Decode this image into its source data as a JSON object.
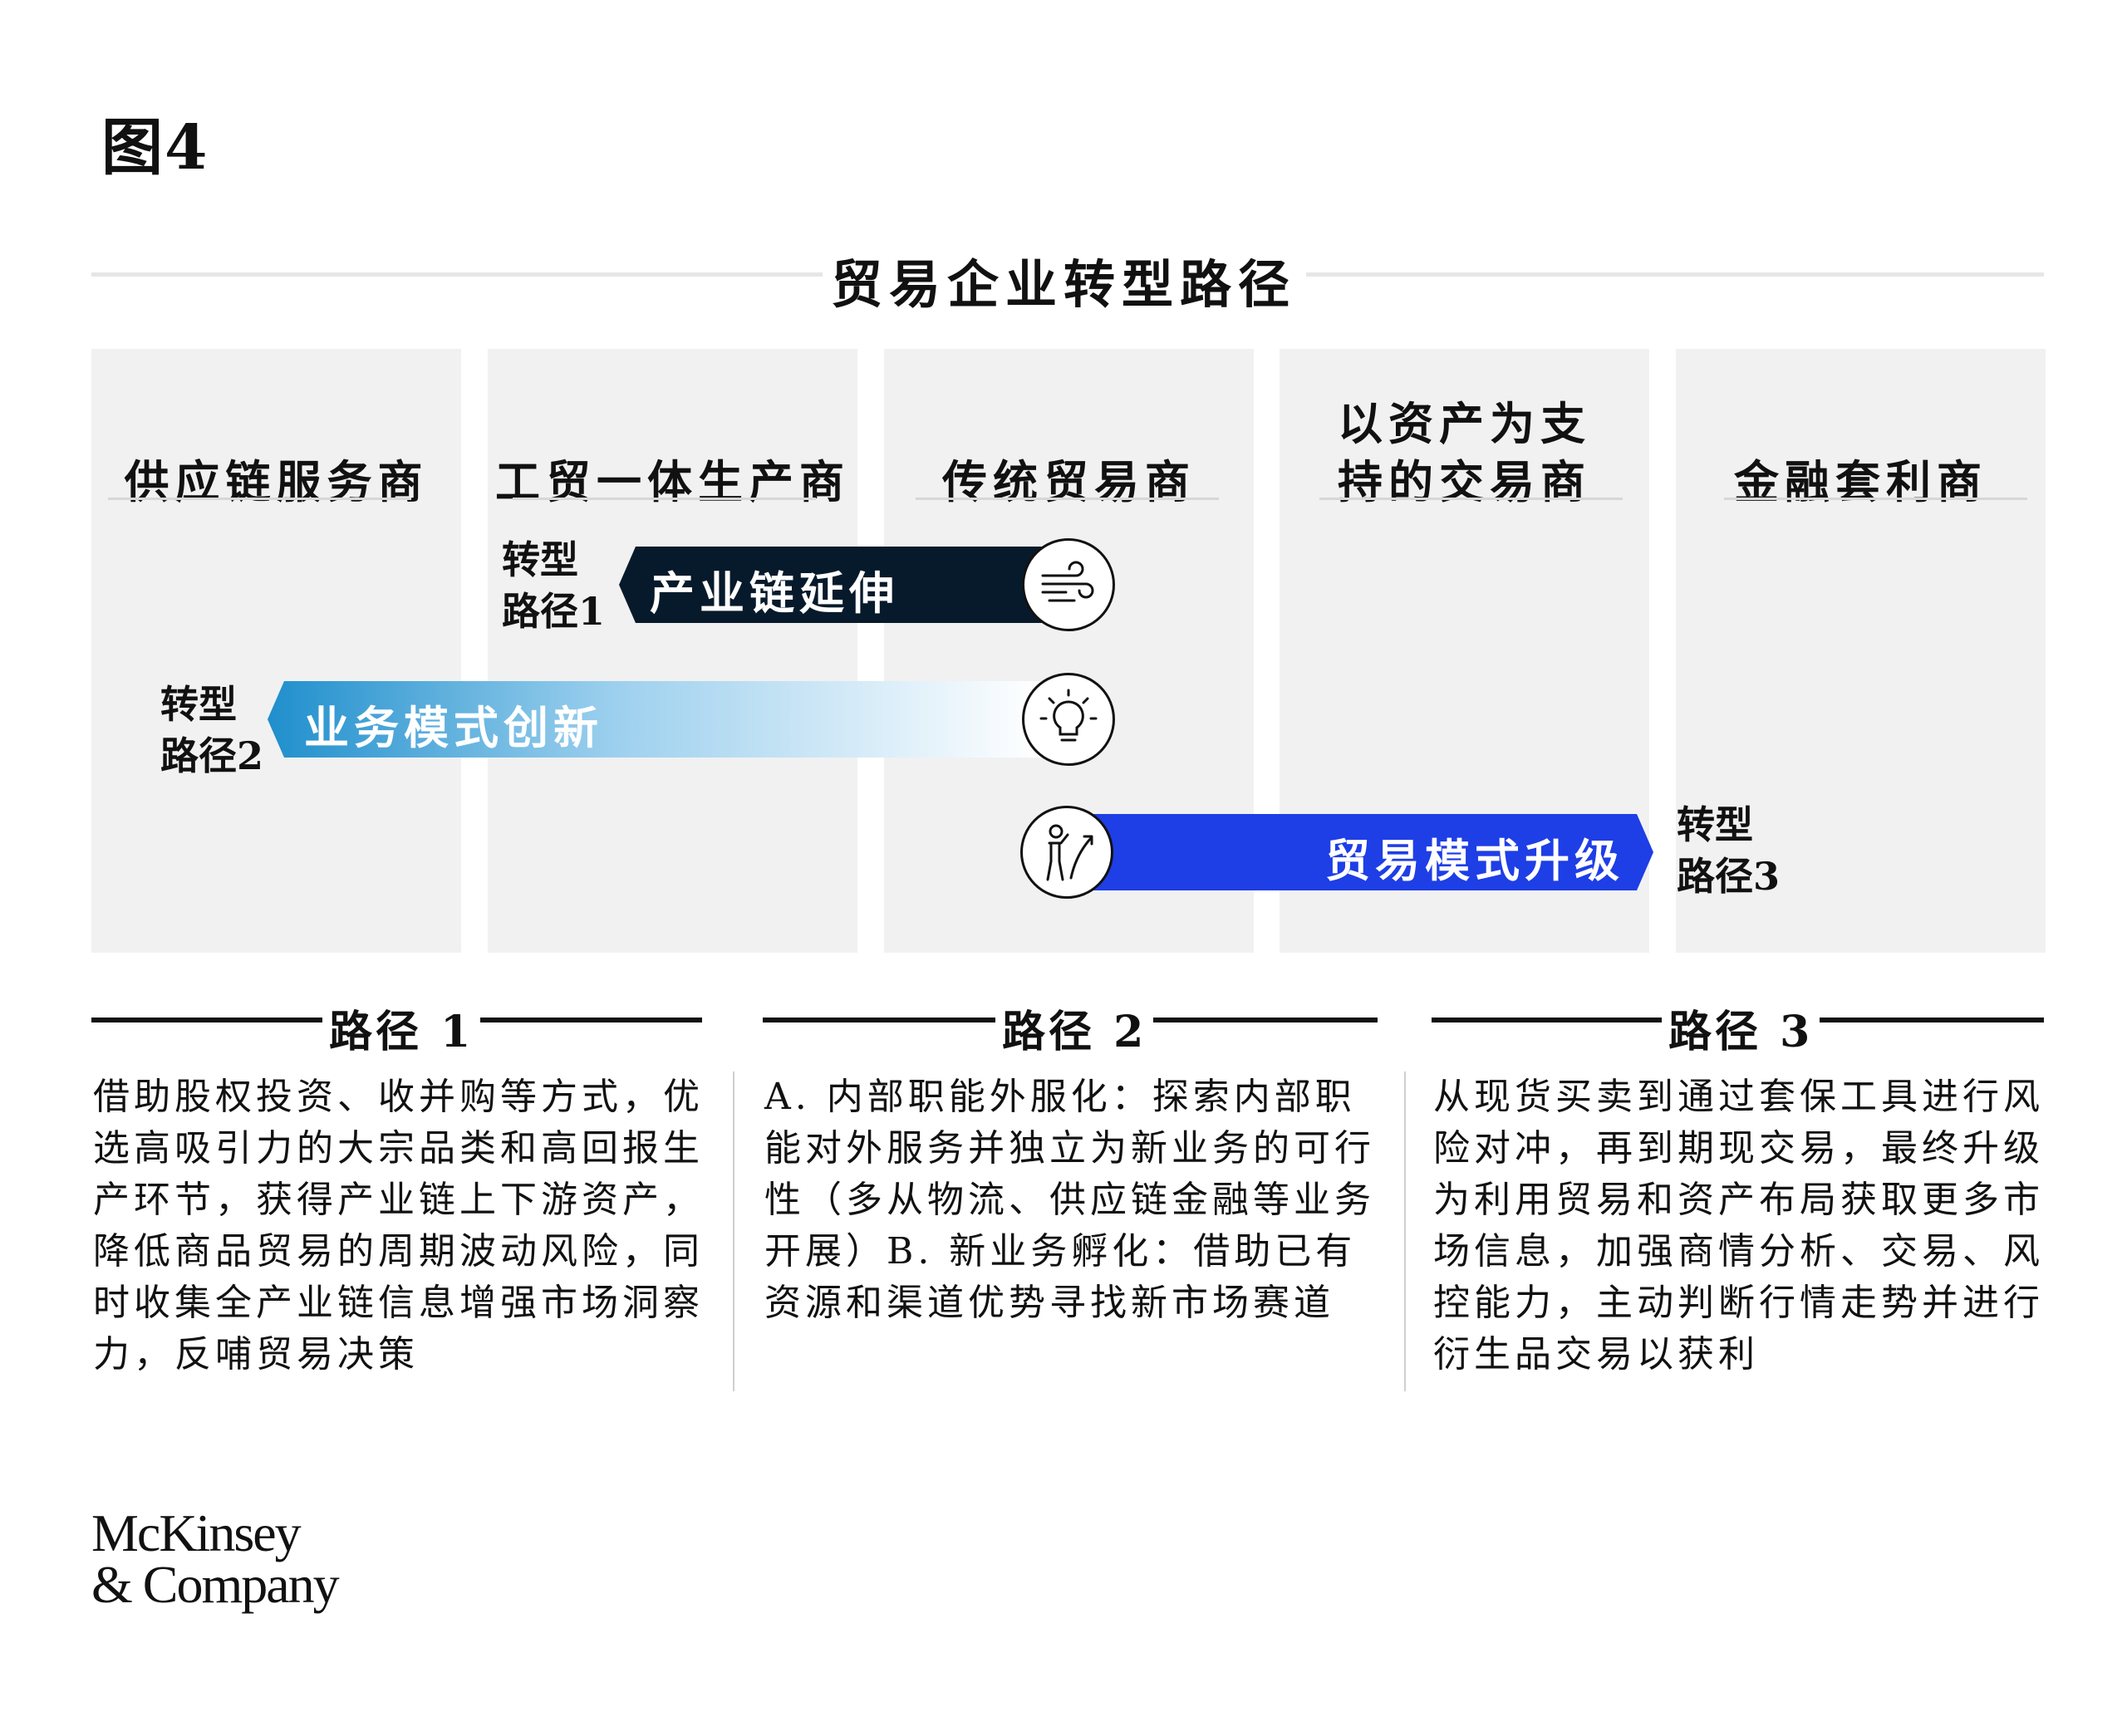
{
  "figure_label": "图4",
  "title": "贸易企业转型路径",
  "columns": [
    {
      "label": "供应链服务商"
    },
    {
      "label": "工贸一体生产商"
    },
    {
      "label": "传统贸易商"
    },
    {
      "label": "以资产为支\n持的交易商"
    },
    {
      "label": "金融套利商"
    }
  ],
  "paths": [
    {
      "tag": "转型\n路径1",
      "label": "产业链延伸",
      "color": "#071a2b",
      "icon": "wind-icon"
    },
    {
      "tag": "转型\n路径2",
      "label": "业务模式创新",
      "color_start": "#1f8fcc",
      "color_end": "#ffffff",
      "icon": "lightbulb-icon"
    },
    {
      "tag": "转型\n路径3",
      "label": "贸易模式升级",
      "color": "#1e3ee6",
      "icon": "growth-person-icon"
    }
  ],
  "sections": [
    {
      "title": "路径 1",
      "text": "借助股权投资、收并购等方式，优选高吸引力的大宗品类和高回报生产环节，获得产业链上下游资产，降低商品贸易的周期波动风险，同时收集全产业链信息增强市场洞察力，反哺贸易决策"
    },
    {
      "title": "路径 2",
      "text": "A. 内部职能外服化：探索内部职能对外服务并独立为新业务的可行性（多从物流、供应链金融等业务开展）B. 新业务孵化：借助已有资源和渠道优势寻找新市场赛道"
    },
    {
      "title": "路径 3",
      "text": "从现货买卖到通过套保工具进行风险对冲，再到期现交易，最终升级为利用贸易和资产布局获取更多市场信息，加强商情分析、交易、风控能力，主动判断行情走势并进行衍生品交易以获利"
    }
  ],
  "logo": "McKinsey\n& Company"
}
